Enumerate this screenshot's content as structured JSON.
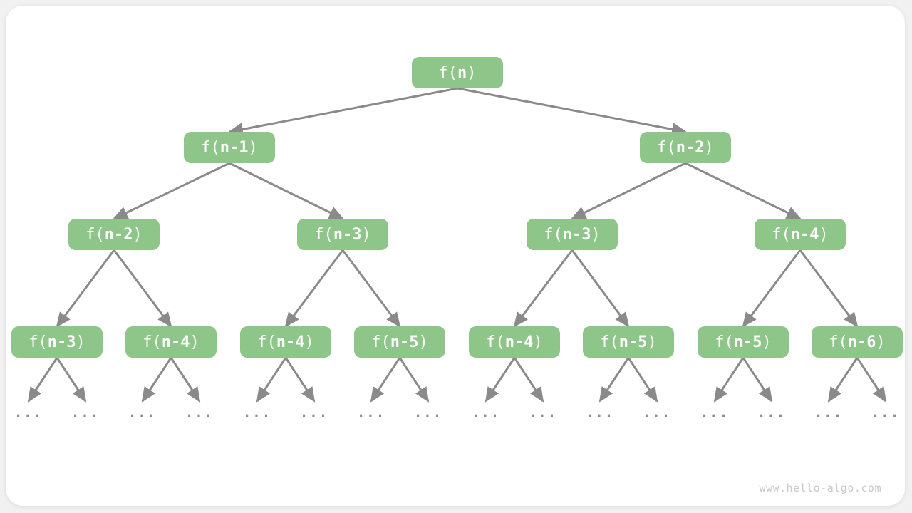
{
  "diagram": {
    "type": "recursion-tree",
    "label_prefix": "f(",
    "label_suffix": ")",
    "ellipsis": "...",
    "watermark": "www.hello-algo.com",
    "colors": {
      "node_fill": "#8ec588",
      "node_text": "#ffffff",
      "arrow": "#8a8a8a",
      "ellipsis_text": "#8f8f8f",
      "watermark_text": "#c9c9c9",
      "card_bg": "#ffffff",
      "page_bg": "#f1f1f1"
    },
    "nodes": [
      {
        "level": 0,
        "arg": "n"
      },
      {
        "level": 1,
        "arg": "n-1"
      },
      {
        "level": 1,
        "arg": "n-2"
      },
      {
        "level": 2,
        "arg": "n-2"
      },
      {
        "level": 2,
        "arg": "n-3"
      },
      {
        "level": 2,
        "arg": "n-3"
      },
      {
        "level": 2,
        "arg": "n-4"
      },
      {
        "level": 3,
        "arg": "n-3"
      },
      {
        "level": 3,
        "arg": "n-4"
      },
      {
        "level": 3,
        "arg": "n-4"
      },
      {
        "level": 3,
        "arg": "n-5"
      },
      {
        "level": 3,
        "arg": "n-4"
      },
      {
        "level": 3,
        "arg": "n-5"
      },
      {
        "level": 3,
        "arg": "n-5"
      },
      {
        "level": 3,
        "arg": "n-6"
      }
    ],
    "edges": [
      [
        0,
        1
      ],
      [
        0,
        2
      ],
      [
        1,
        3
      ],
      [
        1,
        4
      ],
      [
        2,
        5
      ],
      [
        2,
        6
      ],
      [
        3,
        7
      ],
      [
        3,
        8
      ],
      [
        4,
        9
      ],
      [
        4,
        10
      ],
      [
        5,
        11
      ],
      [
        5,
        12
      ],
      [
        6,
        13
      ],
      [
        6,
        14
      ]
    ],
    "leaf_children": "each level-3 node branches to two ellipsis continuations"
  }
}
